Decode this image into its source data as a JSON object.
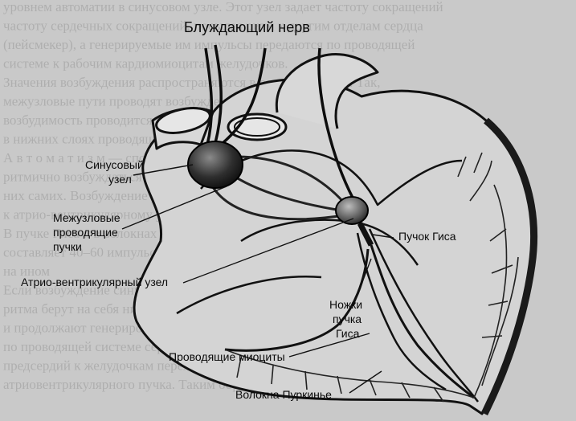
{
  "title": "Блуждающий нерв",
  "labels": {
    "sinus_node": [
      "Синусовый",
      "узел"
    ],
    "internodal": [
      "Межузловые",
      "проводящие",
      "пучки"
    ],
    "av_node": "Атрио-вентрикулярный узел",
    "his_bundle": "Пучок Гиса",
    "bundle_branches": [
      "Ножки",
      "пучка",
      "Гиса"
    ],
    "conducting_myocytes": "Проводящие миоциты",
    "purkinje": "Волокна Пуркинье"
  },
  "background_text": [
    "уровнем автоматии в синусовом узле. Этот узел задает частоту сокращений",
    "частоту сердечных сокращений, посылая ритм к другим отделам сердца",
    "(пейсмекер), а генерируемые им импульсы передаются по проводящей",
    "системе к рабочим кардиомиоцитам желудочков.",
    "Значения возбуждения распространяются в разных отделах. Так,",
    "межузловые пути проводят возбуждение 0,5–1 м/с, а в узле",
    "возбудимость проводится медленнее всего и медленнее всего наблюдается",
    "в нижних слоях проводящего пучка. Благодаря этому",
    "А в т о м а т и з м  —  способность клеток сердца",
    "ритмично возбуждаться под влиянием импульсов, возникающих в",
    "них самих. Возбуждение распространяется от синусового узла",
    "к атрио-вентрикулярному узлу по волокнам правого предсердия.",
    "В пучке Гиса и в волокнах Пуркинье уровень автоматизма",
    "составляет 40–60 импульсов в минуту.",
    "на ином",
    "Если возбуждение синусового узла прекращается, то роль водителя",
    "ритма берут на себя нижележащие отделы проводящей системы",
    "и продолжают генерировать импульсы, обеспечивая проведение",
    "по проводящей системе сердца. Через эту проводящую систему из",
    "предсердий к желудочкам переходят возбуждения, проводимые",
    "атриовентрикулярного пучка. Таким образом, его сокращение"
  ]
}
